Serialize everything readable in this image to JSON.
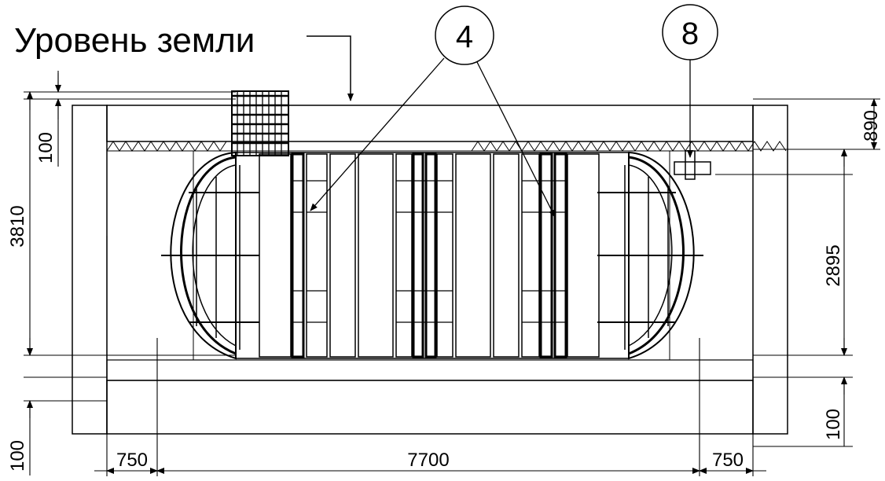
{
  "ground_label": "Уровень земли",
  "callouts": [
    "4",
    "8"
  ],
  "dimensions": {
    "left_total_height": "3810",
    "left_top_offset": "100",
    "left_bottom_offset": "100",
    "right_cover_depth": "890",
    "right_tank_height": "2895",
    "right_bottom_offset": "100",
    "bottom_left_margin": "750",
    "bottom_length": "7700",
    "bottom_right_margin": "750"
  }
}
